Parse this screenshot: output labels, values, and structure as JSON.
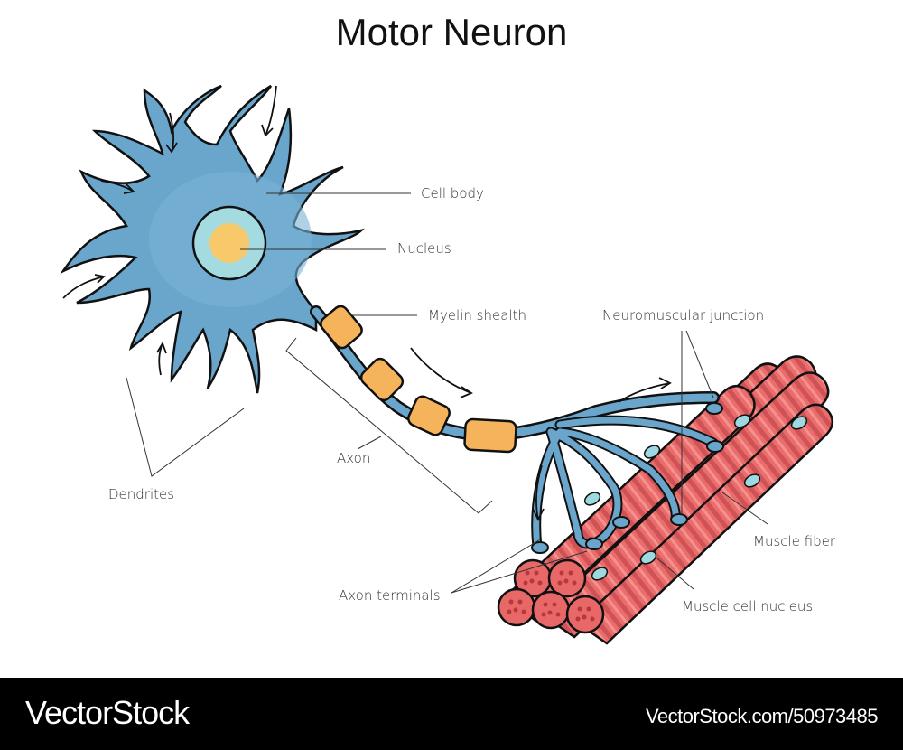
{
  "title": "Motor Neuron",
  "labels": {
    "cell_body": "Cell body",
    "nucleus": "Nucleus",
    "myelin_sheath": "Myelin shealth",
    "neuromuscular_junction": "Neuromuscular junction",
    "axon": "Axon",
    "dendrites": "Dendrites",
    "muscle_fiber": "Muscle fiber",
    "axon_terminals": "Axon terminals",
    "muscle_cell_nucleus": "Muscle cell nucleus"
  },
  "footer": {
    "brand": "VectorStock",
    "url": "VectorStock.com/50973485"
  },
  "colors": {
    "neuron": "#6aa6cc",
    "soma_inner": "#79b2d3",
    "nucleus_outer": "#a4dbe0",
    "nucleolus": "#f7c96a",
    "myelin": "#f5b35c",
    "muscle": "#e86868",
    "muscle_light": "#f28a88",
    "muscle_dark": "#c94b4f",
    "muscle_nucleus": "#9ed8e0",
    "footer_bg": "#000000"
  }
}
